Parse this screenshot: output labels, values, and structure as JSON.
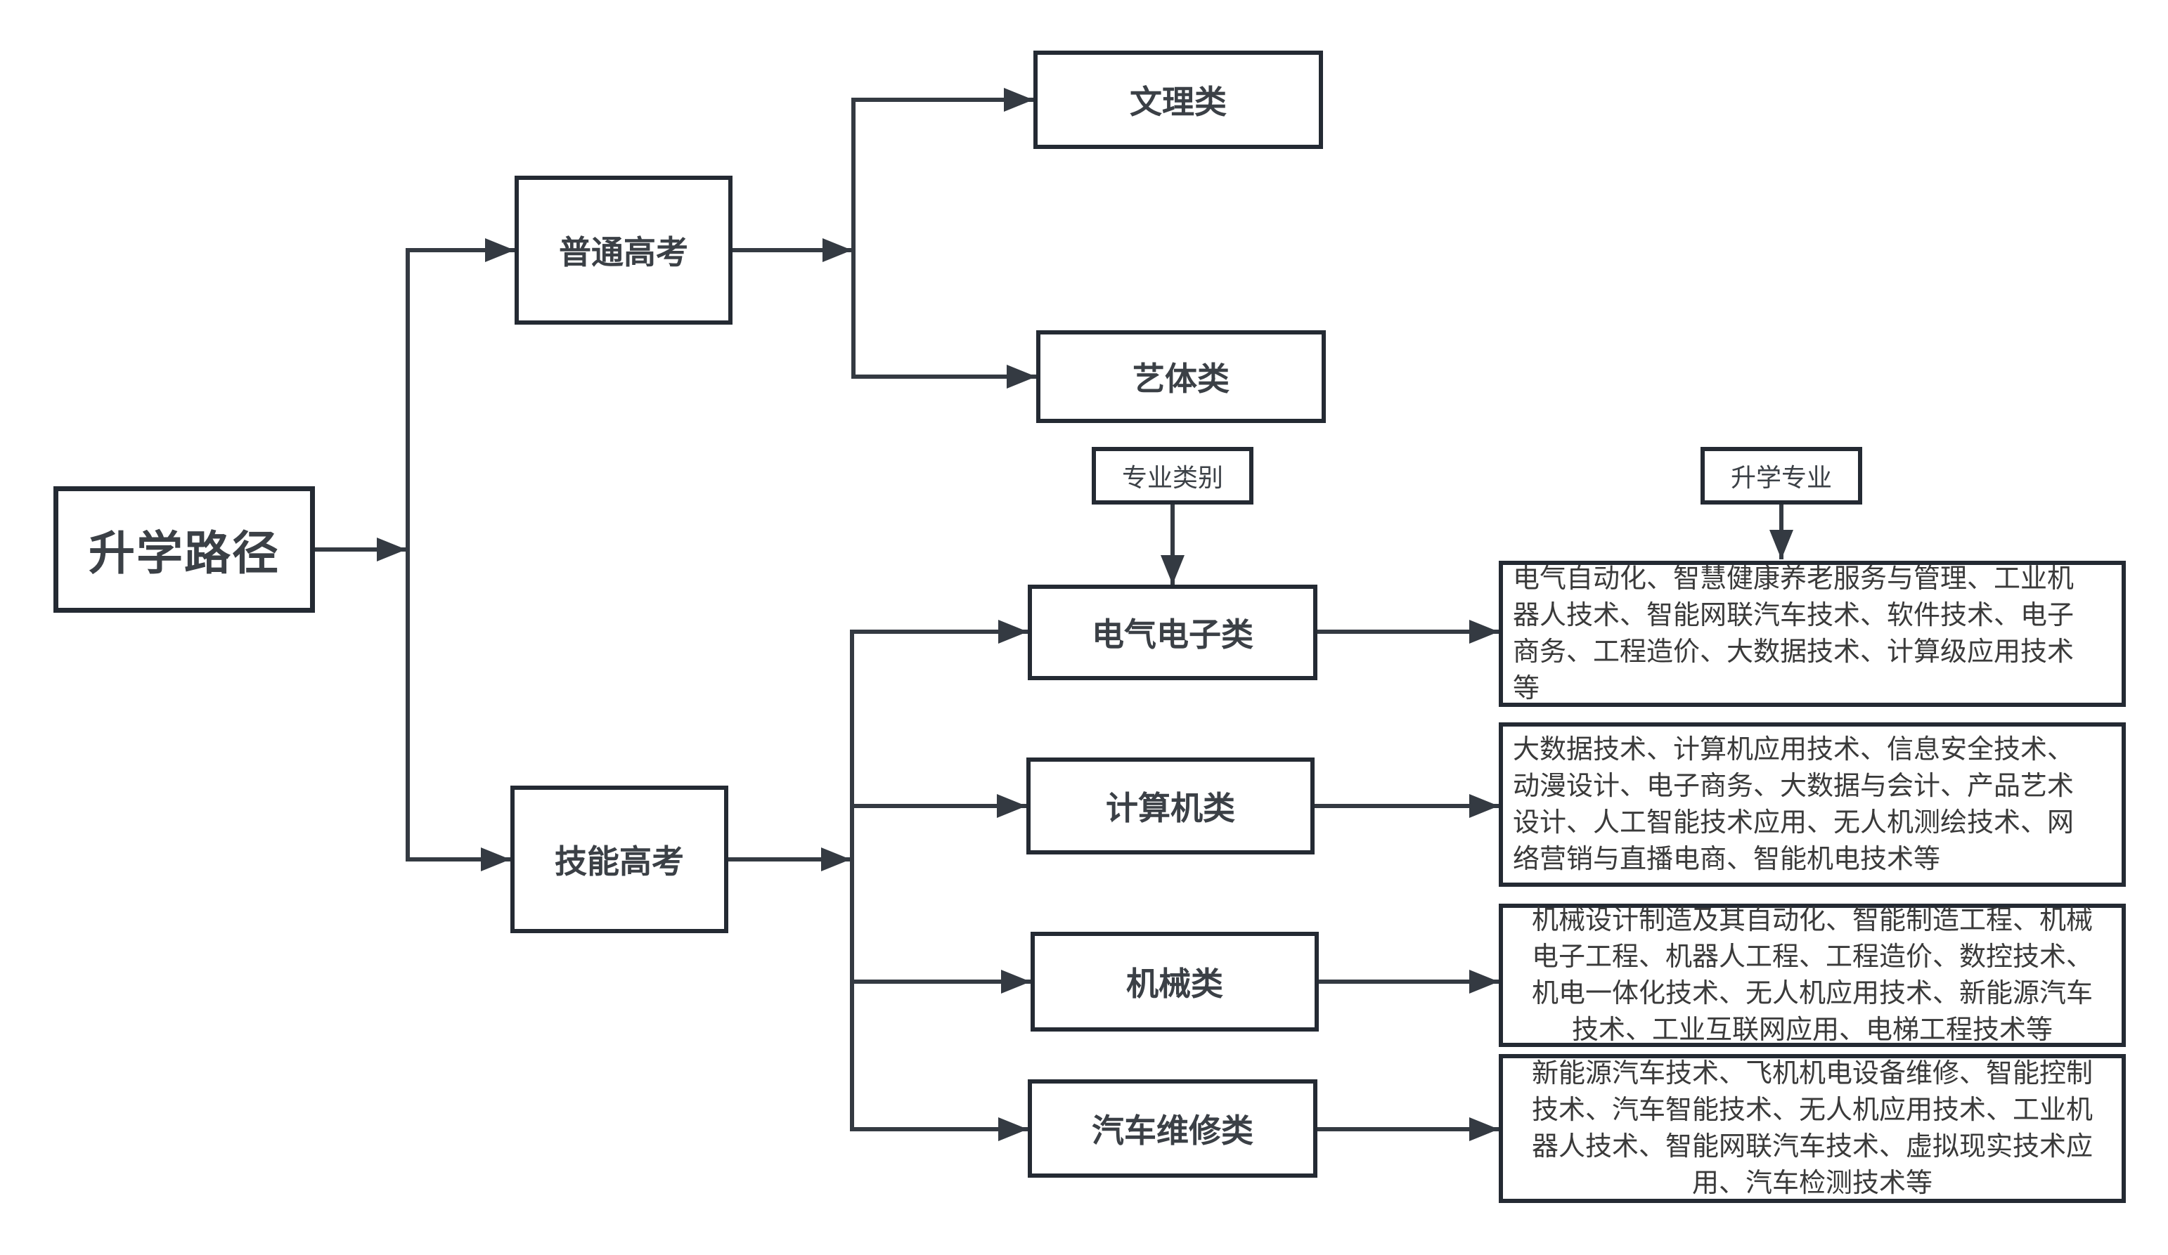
{
  "root": {
    "label": "升学路径"
  },
  "paths": {
    "general": {
      "label": "普通高考",
      "tracks": [
        {
          "label": "文理类"
        },
        {
          "label": "艺体类"
        }
      ]
    },
    "skills": {
      "label": "技能高考",
      "headers": {
        "category": "专业类别",
        "majors": "升学专业"
      },
      "categories": [
        {
          "label": "电气电子类",
          "majors_lines": [
            "电气自动化、智慧健康养老服务与管理、工业机",
            "器人技术、智能网联汽车技术、软件技术、电子",
            "商务、工程造价、大数据技术、计算级应用技术",
            "等"
          ]
        },
        {
          "label": "计算机类",
          "majors_lines": [
            "大数据技术、计算机应用技术、信息安全技术、",
            "动漫设计、电子商务、大数据与会计、产品艺术",
            "设计、人工智能技术应用、无人机测绘技术、网",
            "络营销与直播电商、智能机电技术等"
          ]
        },
        {
          "label": "机械类",
          "majors_lines": [
            "机械设计制造及其自动化、智能制造工程、机械",
            "电子工程、机器人工程、工程造价、数控技术、",
            "机电一体化技术、无人机应用技术、新能源汽车",
            "技术、工业互联网应用、电梯工程技术等"
          ]
        },
        {
          "label": "汽车维修类",
          "majors_lines": [
            "新能源汽车技术、飞机机电设备维修、智能控制",
            "技术、汽车智能技术、无人机应用技术、工业机",
            "器人技术、智能网联汽车技术、虚拟现实技术应",
            "用、汽车检测技术等"
          ]
        }
      ]
    }
  },
  "colors": {
    "background": "#ffffff",
    "box_border": "#242a33",
    "connector": "#343a42",
    "text": "#3b4046"
  }
}
